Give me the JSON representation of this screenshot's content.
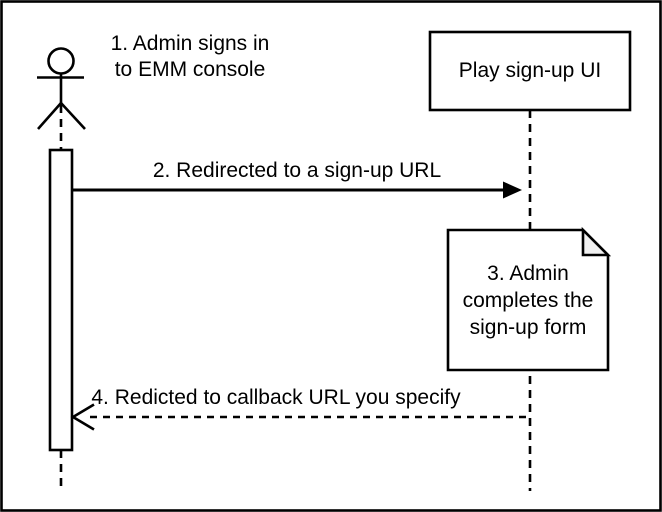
{
  "colors": {
    "stroke": "#000000",
    "fill": "#ffffff",
    "fold": "#f0f0f0",
    "text": "#000000"
  },
  "actor": {
    "label": "1. Admin signs in\nto EMM console"
  },
  "participant": {
    "label": "Play sign-up UI"
  },
  "note": {
    "label": "3. Admin\ncompletes the\nsign-up form"
  },
  "messages": [
    {
      "label": "2. Redirected to a sign-up URL",
      "style": "solid",
      "direction": "right"
    },
    {
      "label": "4. Redicted to callback URL you specify",
      "style": "dashed",
      "direction": "left"
    }
  ]
}
